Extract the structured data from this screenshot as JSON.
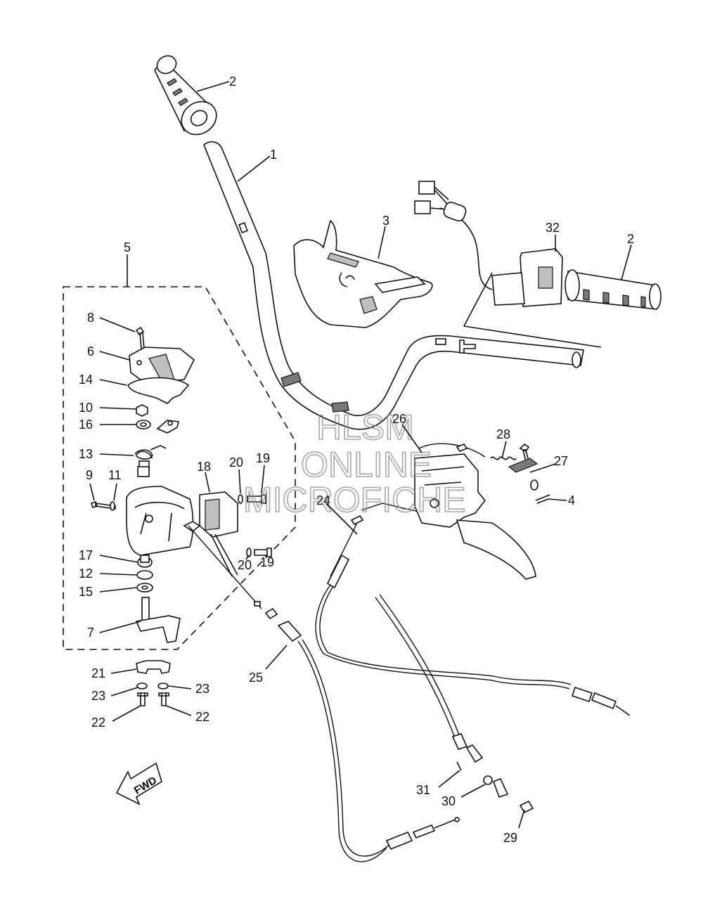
{
  "diagram": {
    "watermark_lines": [
      "HLSM",
      "ONLINE",
      "MICROFICHE"
    ],
    "fwd_label": "FWD",
    "callouts": [
      "2",
      "1",
      "3",
      "32",
      "2",
      "5",
      "8",
      "6",
      "14",
      "10",
      "16",
      "13",
      "9",
      "11",
      "18",
      "20",
      "19",
      "20",
      "19",
      "17",
      "12",
      "15",
      "7",
      "21",
      "23",
      "23",
      "22",
      "22",
      "25",
      "24",
      "26",
      "28",
      "27",
      "4",
      "31",
      "30",
      "29"
    ]
  },
  "colors": {
    "line": "#111111",
    "shade": "#bfbfbf",
    "watermark": "#8a8a8a"
  }
}
